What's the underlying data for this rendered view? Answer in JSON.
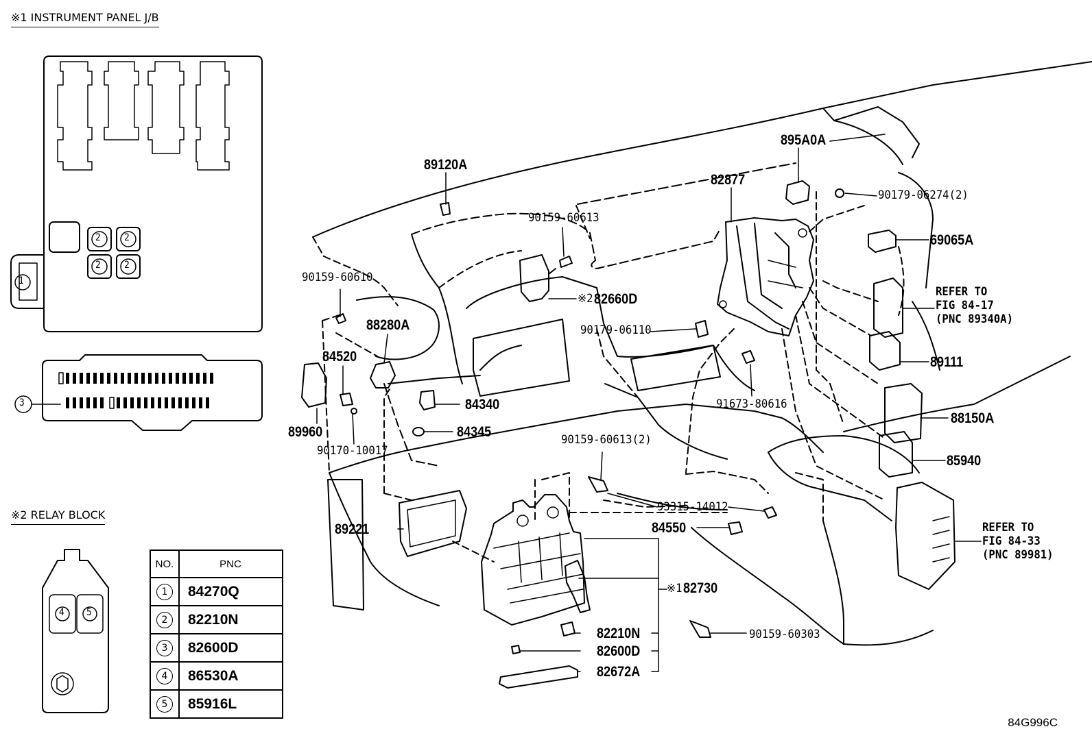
{
  "sections": {
    "instrument_panel_jb": "※1 INSTRUMENT PANEL J/B",
    "relay_block": "※2 RELAY BLOCK"
  },
  "jb_marks": {
    "circle1": "1",
    "circle2": "2",
    "circle3": "3",
    "circle4": "4",
    "circle5": "5"
  },
  "pnc_table": {
    "header_no": "NO.",
    "header_pnc": "PNC",
    "rows": [
      {
        "no": "1",
        "pnc": "84270Q"
      },
      {
        "no": "2",
        "pnc": "82210N"
      },
      {
        "no": "3",
        "pnc": "82600D"
      },
      {
        "no": "4",
        "pnc": "86530A"
      },
      {
        "no": "5",
        "pnc": "85916L"
      }
    ]
  },
  "part_labels": {
    "p89120A": "89120A",
    "p90159_60613_top": "90159-60613",
    "p895A0A": "895A0A",
    "p82877": "82877",
    "p90179_06274": "90179-06274(2)",
    "p69065A": "69065A",
    "p90159_60610": "90159-60610",
    "p88280A": "88280A",
    "p82660D": "82660D",
    "p82660D_mark": "※2",
    "p90179_06110": "90179-06110",
    "p84520": "84520",
    "p89111": "89111",
    "p91673_80616": "91673-80616",
    "p84340": "84340",
    "p89960": "89960",
    "p84345": "84345",
    "p88150A": "88150A",
    "p90170_10017": "90170-10017",
    "p90159_60613_2": "90159-60613(2)",
    "p85940": "85940",
    "p93315_14012": "93315-14012",
    "p84550": "84550",
    "p89221": "89221",
    "p82730": "82730",
    "p82730_mark": "※1",
    "p82210N": "82210N",
    "p90159_60303": "90159-60303",
    "p82600D": "82600D",
    "p82672A": "82672A"
  },
  "refer_notes": {
    "ref1_line1": "REFER TO",
    "ref1_line2": "FIG 84-17",
    "ref1_line3": "(PNC 89340A)",
    "ref2_line1": "REFER TO",
    "ref2_line2": "FIG 84-33",
    "ref2_line3": "(PNC 89981)"
  },
  "figure_code": "84G996C"
}
